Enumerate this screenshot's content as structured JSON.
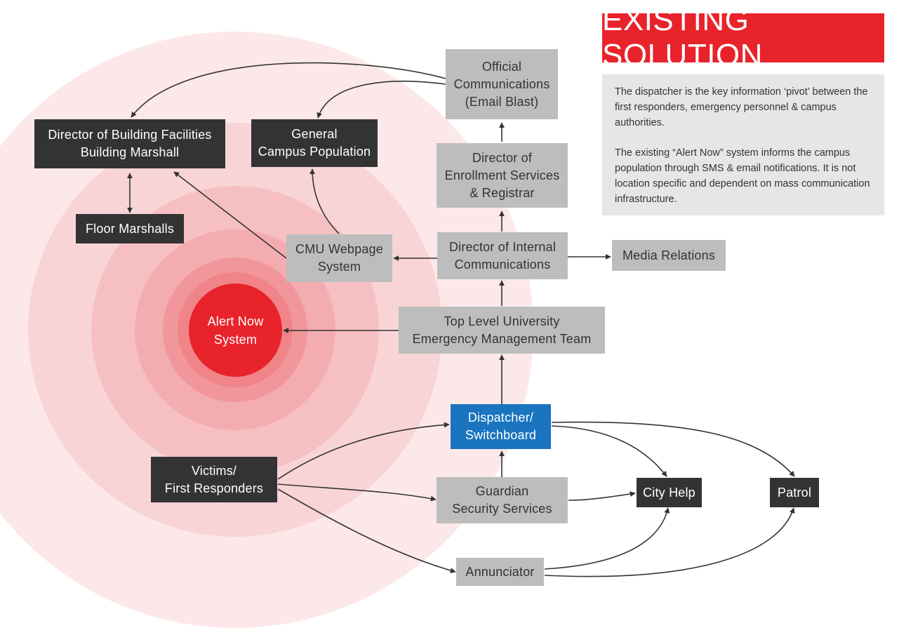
{
  "banner": {
    "title": "EXISTING SOLUTION"
  },
  "info": {
    "paragraph1": "The dispatcher is the key information ‘pivot’ between the first responders, emergency personnel & campus authorities.",
    "paragraph2": "The existing “Alert Now” system informs the campus population through SMS & email notifications. It is not location specific and dependent on mass communication infrastructure."
  },
  "colors": {
    "alert_red": "#e8232b",
    "dark_node": "#333333",
    "gray_node": "#bdbdbd",
    "dispatcher_blue": "#1a74bf",
    "ring_pink": "#f8c8cb"
  },
  "nodes": {
    "official_comms": "Official\nCommunications\n(Email Blast)",
    "director_facilities": "Director of Building Facilities\nBuilding Marshall",
    "general_population": "General\nCampus Population",
    "enrollment": "Director of\nEnrollment Services\n& Registrar",
    "floor_marshalls": "Floor Marshalls",
    "cmu_webpage": "CMU Webpage\nSystem",
    "internal_comms": "Director of Internal\nCommunications",
    "media_relations": "Media Relations",
    "alert_now": "Alert Now\nSystem",
    "emergency_team": "Top Level University\nEmergency Management Team",
    "dispatcher": "Dispatcher/\nSwitchboard",
    "victims": "Victims/\nFirst Responders",
    "guardian": "Guardian\nSecurity Services",
    "city_help": "City Help",
    "patrol": "Patrol",
    "annunciator": "Annunciator"
  }
}
